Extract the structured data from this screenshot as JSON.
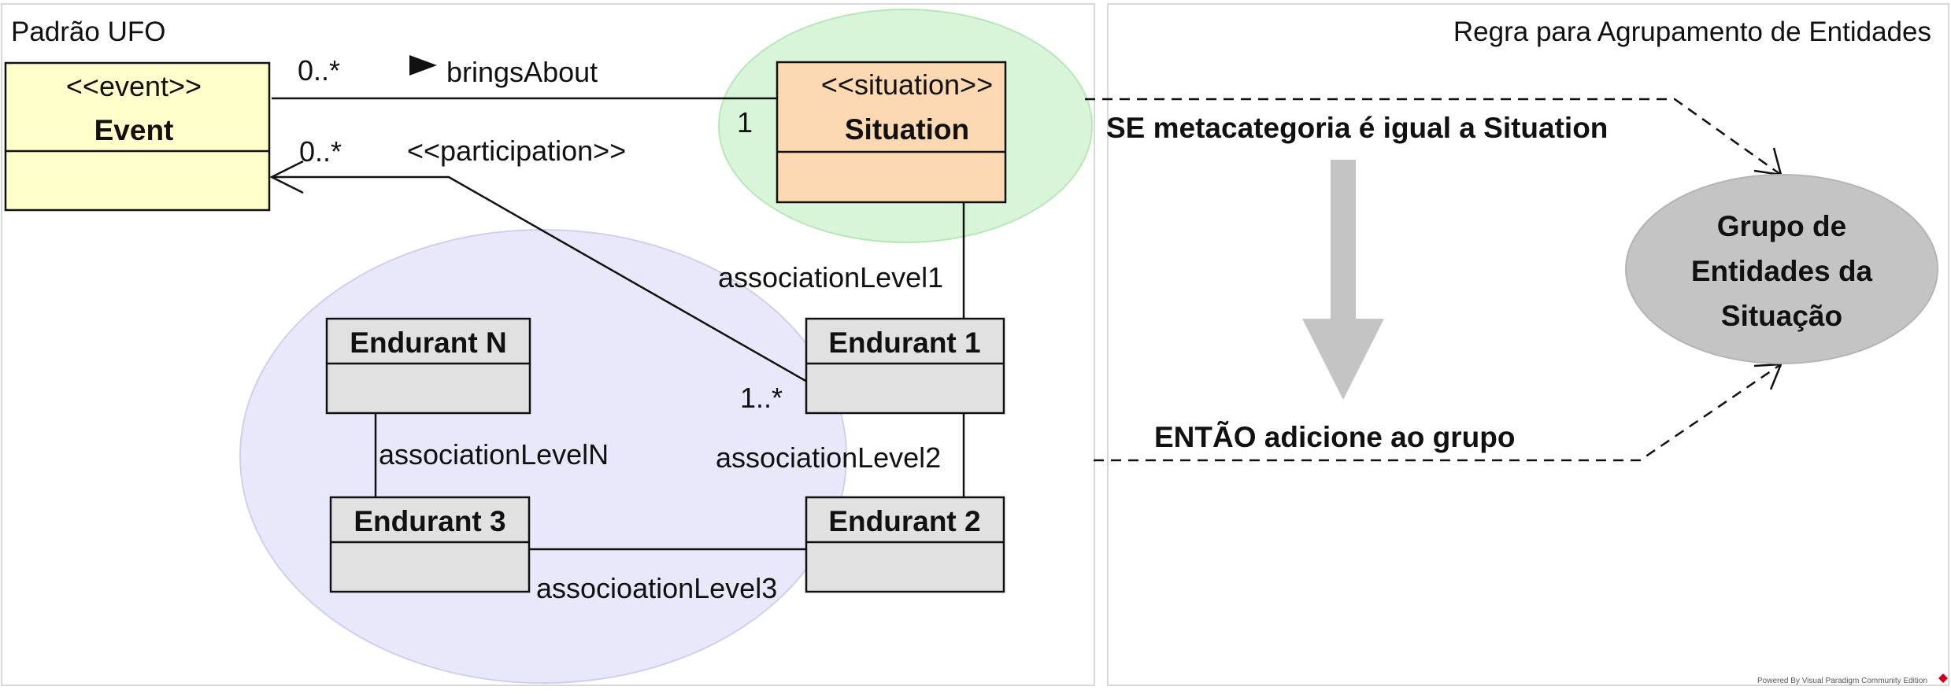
{
  "panels": {
    "left_title": "Padrão UFO",
    "right_title": "Regra para Agrupamento de Entidades"
  },
  "classes": {
    "event": {
      "stereotype": "<<event>>",
      "name": "Event"
    },
    "situation": {
      "stereotype": "<<situation>>",
      "name": "Situation"
    },
    "endurant1": {
      "name": "Endurant 1"
    },
    "endurant2": {
      "name": "Endurant 2"
    },
    "endurant3": {
      "name": "Endurant 3"
    },
    "endurantN": {
      "name": "Endurant N"
    }
  },
  "associations": {
    "brings_about": {
      "name": "bringsAbout",
      "source_mult": "0..*",
      "target_mult": "1"
    },
    "participation": {
      "name": "<<participation>>",
      "source_mult": "0..*",
      "target_mult": "1..*"
    },
    "level1": "associationLevel1",
    "level2": "associationLevel2",
    "level3": "associoationLevel3",
    "levelN": "associationLevelN"
  },
  "rule": {
    "condition": "SE metacategoria é igual a Situation",
    "action": "ENTÃO adicione ao grupo"
  },
  "group": {
    "lines": [
      "Grupo de",
      "Entidades da",
      "Situação"
    ]
  },
  "footer": "Powered By  Visual Paradigm Community Edition",
  "colors": {
    "event_fill": "#ffffcc",
    "situation_fill": "#fcd9b3",
    "endurant_fill": "#e1e1e1",
    "situation_group_fill": "#ccf2cc",
    "endurant_group_fill": "#e6e6fa",
    "result_group_fill": "#c4c4c4",
    "arrow_fill": "#c4c4c4"
  }
}
